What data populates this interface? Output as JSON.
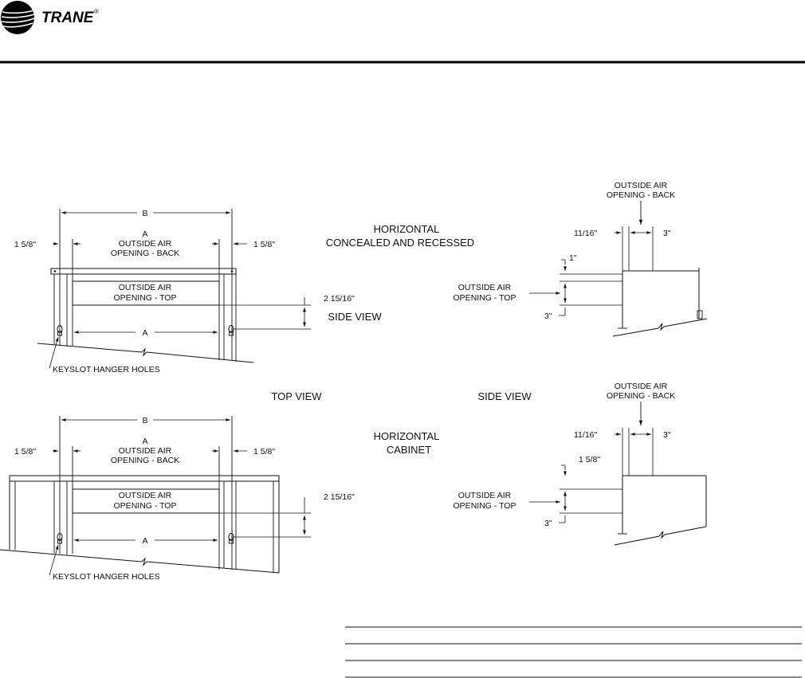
{
  "header": {
    "brand": "TRANE",
    "registered_mark": "®"
  },
  "view_titles": {
    "horizontal_concealed_line1": "HORIZONTAL",
    "horizontal_concealed_line2": "CONCEALED AND RECESSED",
    "side_view_upper": "SIDE VIEW",
    "top_view": "TOP VIEW",
    "side_view_lower": "SIDE VIEW",
    "horizontal_cabinet_line1": "HORIZONTAL",
    "horizontal_cabinet_line2": "CABINET"
  },
  "top_views": [
    {
      "dim_b": "B",
      "dim_a_top": "A",
      "oa_back_line1": "OUTSIDE AIR",
      "oa_back_line2": "OPENING - BACK",
      "oa_top_line1": "OUTSIDE AIR",
      "oa_top_line2": "OPENING - TOP",
      "dim_a_bottom": "A",
      "left_offset": "1 5/8\"",
      "right_offset": "1 5/8\"",
      "depth": "2 15/16\"",
      "keyslot": "KEYSLOT HANGER HOLES"
    },
    {
      "dim_b": "B",
      "dim_a_top": "A",
      "oa_back_line1": "OUTSIDE AIR",
      "oa_back_line2": "OPENING - BACK",
      "oa_top_line1": "OUTSIDE AIR",
      "oa_top_line2": "OPENING - TOP",
      "dim_a_bottom": "A",
      "left_offset": "1 5/8\"",
      "right_offset": "1 5/8\"",
      "depth": "2 15/16\"",
      "keyslot": "KEYSLOT HANGER HOLES"
    }
  ],
  "side_views": [
    {
      "oa_back_line1": "OUTSIDE AIR",
      "oa_back_line2": "OPENING - BACK",
      "dim_left": "11/16\"",
      "dim_right": "3\"",
      "dim_top": "1\"",
      "oa_top_line1": "OUTSIDE AIR",
      "oa_top_line2": "OPENING - TOP",
      "dim_bottom": "3\""
    },
    {
      "oa_back_line1": "OUTSIDE AIR",
      "oa_back_line2": "OPENING - BACK",
      "dim_left": "11/16\"",
      "dim_right": "3\"",
      "dim_top": "1 5/8\"",
      "oa_top_line1": "OUTSIDE AIR",
      "oa_top_line2": "OPENING - TOP",
      "dim_bottom": "3\""
    }
  ]
}
